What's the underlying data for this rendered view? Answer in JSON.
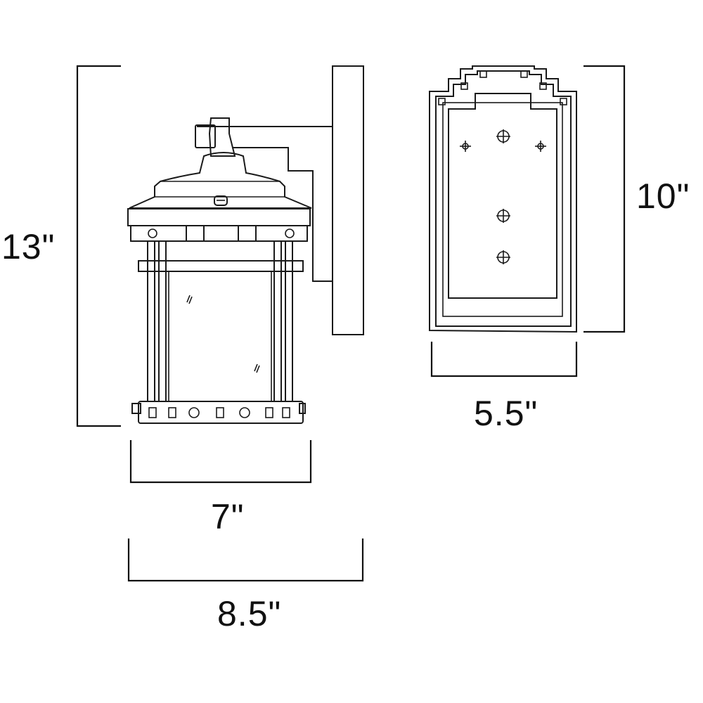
{
  "dimensions": {
    "overall_height": "13\"",
    "backplate_height": "10\"",
    "backplate_width": "5.5\"",
    "lantern_width": "7\"",
    "overall_depth": "8.5\""
  },
  "colors": {
    "line": "#1a1a1a",
    "background": "#ffffff"
  }
}
